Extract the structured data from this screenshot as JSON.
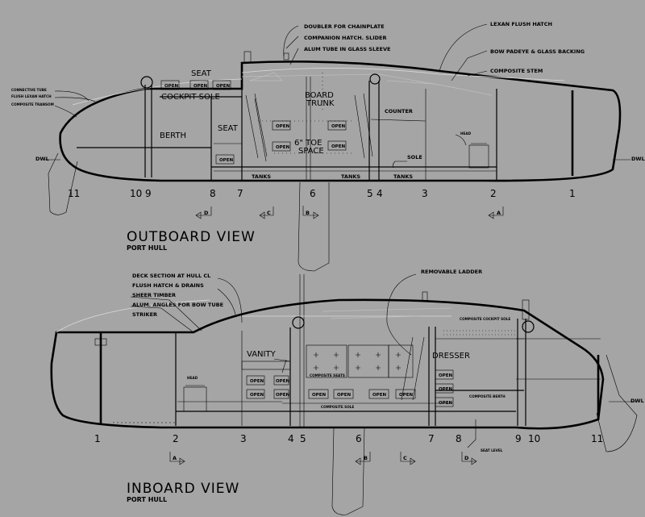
{
  "outboard": {
    "title": "OUTBOARD VIEW",
    "subtitle": "PORT HULL",
    "callouts": {
      "doubler": "DOUBLER FOR CHAINPLATE",
      "companion": "COMPANION HATCH. SLIDER",
      "alum_tube": "ALUM TUBE IN GLASS SLEEVE",
      "lexan": "LEXAN FLUSH HATCH",
      "bow_padeye": "BOW PADEYE & GLASS BACKING",
      "composite_stem": "COMPOSITE STEM",
      "connective_tube": "CONNECTIVE TUBE",
      "flush_lexan": "FLUSH LEXAN HATCH",
      "composite_transom": "COMPOSITE TRANSOM"
    },
    "labels": {
      "seat_top": "SEAT",
      "cockpit_sole": "COCKPIT SOLE",
      "berth": "BERTH",
      "seat_mid": "SEAT",
      "board_trunk": "BOARD\nTRUNK",
      "toe_space": "6\" TOE\nSPACE",
      "counter": "COUNTER",
      "head": "HEAD",
      "sole": "SOLE",
      "dwl_left": "DWL",
      "dwl_right": "DWL",
      "tanks1": "TANKS",
      "tanks2": "TANKS",
      "tanks3": "TANKS",
      "open": "OPEN"
    },
    "stations": [
      "11",
      "10",
      "9",
      "8",
      "7",
      "6",
      "5",
      "4",
      "3",
      "2",
      "1"
    ],
    "section_marks": [
      "D",
      "C",
      "B",
      "A"
    ]
  },
  "inboard": {
    "title": "INBOARD VIEW",
    "subtitle": "PORT HULL",
    "callouts": {
      "deck_section": "DECK SECTION AT HULL CL",
      "flush_hatch": "FLUSH HATCH & DRAINS",
      "sheer_timber": "SHEER TIMBER",
      "alum_angles": "ALUM. ANGLES FOR BOW TUBE",
      "striker": "STRIKER",
      "removable_ladder": "REMOVABLE LADDER",
      "composite_cockpit_sole": "COMPOSITE COCKPIT SOLE",
      "composite_seats": "COMPOSITE SEATS",
      "composite_sole": "COMPOSITE SOLE",
      "composite_berth": "COMPOSITE BERTH",
      "seat_level": "SEAT LEVEL"
    },
    "labels": {
      "vanity": "VANITY",
      "dresser": "DRESSER",
      "head": "HEAD",
      "dwl": "DWL",
      "open": "OPEN"
    },
    "stations": [
      "1",
      "2",
      "3",
      "4",
      "5",
      "6",
      "7",
      "8",
      "9",
      "10",
      "11"
    ],
    "section_marks": [
      "A",
      "B",
      "C",
      "D"
    ]
  }
}
